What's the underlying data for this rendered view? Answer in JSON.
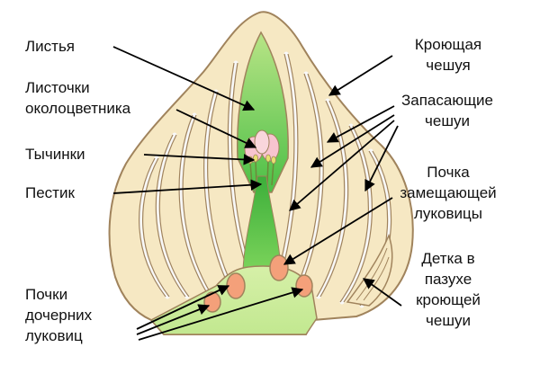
{
  "labels": {
    "leaves": "Листья",
    "perianth_leaves": "Листочки\nоколоцветника",
    "stamens": "Тычинки",
    "pistil": "Пестик",
    "daughter_buds": "Почки\nдочерних\nлуковиц",
    "covering_scale": "Кроющая\nчешуя",
    "storage_scales": "Запасающие\nчешуи",
    "replacement_bud": "Почка\nзамещающей\nлуковицы",
    "bulblet": "Детка в\nпазухе\nкроющей\nчешуи"
  },
  "colors": {
    "outline": "#a0835c",
    "scale_fill": "#f6e8c3",
    "scale_gap": "#f8f8f8",
    "leaf_green": "#4cbf46",
    "light_green": "#c9ec9a",
    "bud_fill": "#f4a07a",
    "flower_pink": "#f7c4cf",
    "arrow": "#000000"
  }
}
